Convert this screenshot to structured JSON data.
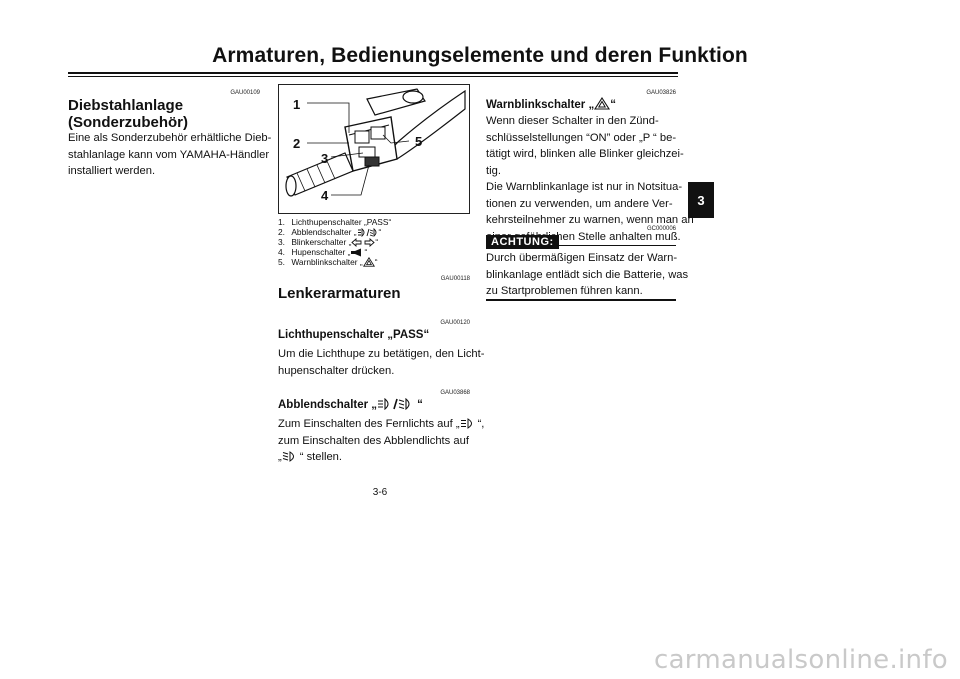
{
  "page": {
    "title": "Armaturen, Bedienungselemente und deren Funktion",
    "page_number": "3-6",
    "chapter_tab": "3",
    "watermark": "carmanualsonline.info"
  },
  "left_col": {
    "code": "GAU00109",
    "heading_line1": "Diebstahlanlage",
    "heading_line2": "(Sonderzubehör)",
    "text": [
      "Eine als Sonderzubehör erhältliche Dieb-",
      "stahlanlage kann vom YAMAHA-Händler",
      "installiert werden."
    ]
  },
  "figure": {
    "callouts": [
      "1",
      "2",
      "3",
      "4",
      "5"
    ],
    "captions": [
      {
        "num": "1.",
        "pre": "Lichthupenschalter „PASS“",
        "post": ""
      },
      {
        "num": "2.",
        "pre": "Abblendschalter „",
        "post": "“"
      },
      {
        "num": "3.",
        "pre": "Blinkerschalter „",
        "post": "“"
      },
      {
        "num": "4.",
        "pre": "Hupenschalter „",
        "post": "“"
      },
      {
        "num": "5.",
        "pre": "Warnblinkschalter „",
        "post": "“"
      }
    ]
  },
  "mid_col": {
    "code_lenker": "GAU00118",
    "heading_lenker": "Lenkerarmaturen",
    "code_pass": "GAU00120",
    "heading_pass": "Lichthupenschalter „PASS“",
    "text_pass": [
      "Um die Lichthupe zu betätigen, den Licht-",
      "hupenschalter drücken."
    ],
    "code_abblend": "GAU03868",
    "heading_abblend_pre": "Abblendschalter „",
    "heading_abblend_post": "“",
    "abblend_line1_pre": "Zum Einschalten des Fernlichts auf „",
    "abblend_line1_post": "“,",
    "abblend_line2": "zum Einschalten des Abblendlichts auf",
    "abblend_line3_pre": "„",
    "abblend_line3_post": "“ stellen."
  },
  "right_col": {
    "code": "GAU03826",
    "heading_pre": "Warnblinkschalter „",
    "heading_post": "“",
    "text": [
      "Wenn dieser Schalter in den Zünd-",
      "schlüsselstellungen “ON” oder „P “ be-",
      "tätigt wird, blinken alle Blinker gleichzei-",
      "tig.",
      "Die Warnblinkanlage ist nur in Notsitua-",
      "tionen zu verwenden, um andere Ver-",
      "kehrsteilnehmer zu warnen, wenn man an",
      "einer gefährlichen Stelle anhalten muß."
    ],
    "caution_code": "GC000006",
    "caution_label": "ACHTUNG:",
    "caution_text": [
      "Durch übermäßigen Einsatz der Warn-",
      "blinkanlage entlädt sich die Batterie, was",
      "zu Startproblemen führen kann."
    ]
  }
}
